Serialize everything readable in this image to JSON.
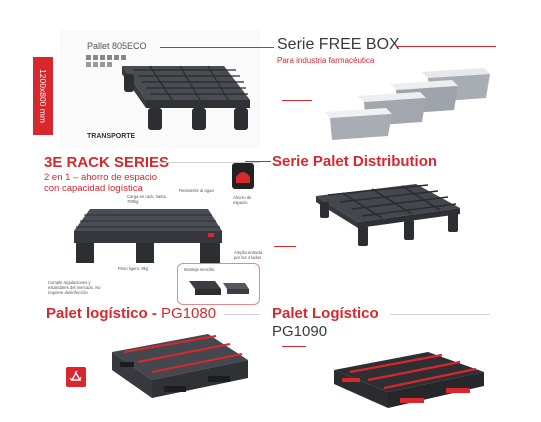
{
  "sections": {
    "pallet805": {
      "model": "Pallet 805ECO",
      "size_badge": "1200x800 mm",
      "caption": "TRANSPORTE"
    },
    "freebox": {
      "title": "Serie FREE BOX",
      "subtitle": "Para industria farmacéutica"
    },
    "rack3e": {
      "title": "3E RACK SERIES",
      "subtitle_line1": "2 en 1 – ahorro de espacio",
      "subtitle_line2": "con capacidad logística",
      "callouts": {
        "load": "Carga en rack, hasta 700kg",
        "water": "Resistente al agua",
        "save": "Ahorro de espacio",
        "entry": "Amplia entrada por los 4 lados",
        "light": "Peso ligero, 9kg",
        "regs": "Cumple regulaciones y estándares del mercado. No requiere desinfección",
        "assembly": "Montaje sencillo"
      }
    },
    "distribution": {
      "title": "Serie Palet Distribution"
    },
    "pg1080": {
      "title_bold": "Palet logístico -",
      "title_code": "PG1080"
    },
    "pg1090": {
      "title": "Palet Logístico",
      "code": "PG1090"
    }
  },
  "colors": {
    "accent": "#d9272e",
    "pallet": "#3b3d42",
    "box": "#a8adb3"
  },
  "icons": [
    "recycle-icon"
  ]
}
